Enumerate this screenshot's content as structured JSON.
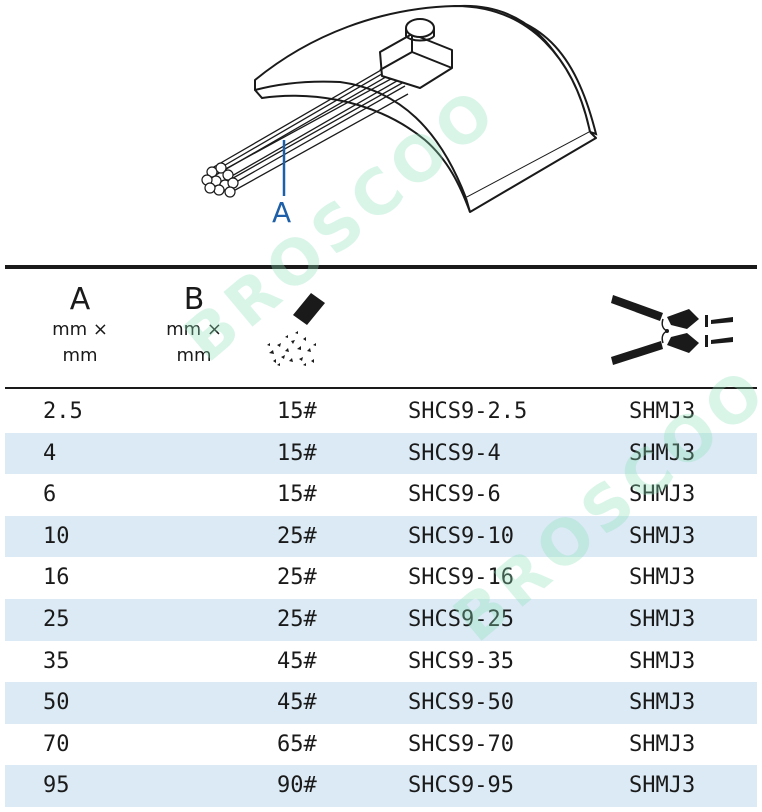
{
  "illustration": {
    "label": "A"
  },
  "header": {
    "col_a": {
      "letter": "A",
      "unit_line1": "mm ×",
      "unit_line2": "mm"
    },
    "col_b": {
      "letter": "B",
      "unit_line1": "mm ×",
      "unit_line2": "mm"
    },
    "col_abrasive_icon": "abrasive-grit-icon",
    "col_tool_icon": "crimping-pliers-icon"
  },
  "rows": [
    {
      "a": "2.5",
      "b": "",
      "grit": "15#",
      "sleeve": "SHCS9-2.5",
      "tool": "SHMJ3"
    },
    {
      "a": "4",
      "b": "",
      "grit": "15#",
      "sleeve": "SHCS9-4",
      "tool": "SHMJ3"
    },
    {
      "a": "6",
      "b": "",
      "grit": "15#",
      "sleeve": "SHCS9-6",
      "tool": "SHMJ3"
    },
    {
      "a": "10",
      "b": "",
      "grit": "25#",
      "sleeve": "SHCS9-10",
      "tool": "SHMJ3"
    },
    {
      "a": "16",
      "b": "",
      "grit": "25#",
      "sleeve": "SHCS9-16",
      "tool": "SHMJ3"
    },
    {
      "a": "25",
      "b": "",
      "grit": "25#",
      "sleeve": "SHCS9-25",
      "tool": "SHMJ3"
    },
    {
      "a": "35",
      "b": "",
      "grit": "45#",
      "sleeve": "SHCS9-35",
      "tool": "SHMJ3"
    },
    {
      "a": "50",
      "b": "",
      "grit": "45#",
      "sleeve": "SHCS9-50",
      "tool": "SHMJ3"
    },
    {
      "a": "70",
      "b": "",
      "grit": "65#",
      "sleeve": "SHCS9-70",
      "tool": "SHMJ3"
    },
    {
      "a": "95",
      "b": "",
      "grit": "90#",
      "sleeve": "SHCS9-95",
      "tool": "SHMJ3"
    }
  ],
  "watermark": {
    "text": "BROSCOO"
  },
  "colors": {
    "row_shade": "#dbeaf5",
    "accent_line": "#1d5fa8",
    "watermark": "#8ce1b9"
  }
}
